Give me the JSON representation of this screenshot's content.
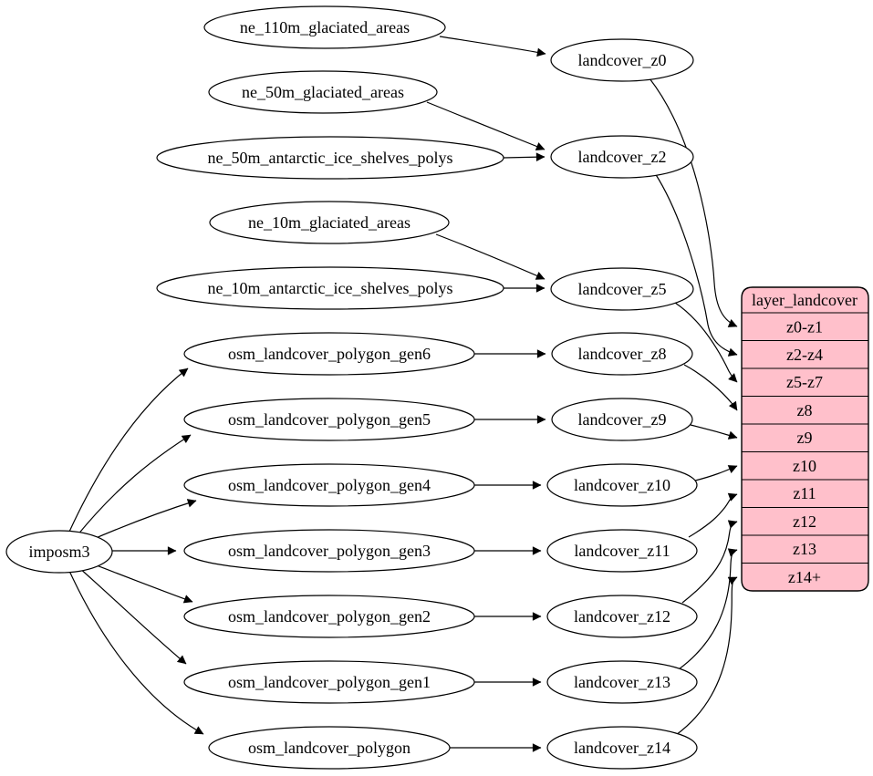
{
  "colors": {
    "record_fill": "#FFC0CB",
    "node_fill": "#FFFFFF",
    "stroke": "#000000",
    "background": "#FFFFFF"
  },
  "importer": {
    "label": "imposm3"
  },
  "sources": [
    "ne_110m_glaciated_areas",
    "ne_50m_glaciated_areas",
    "ne_50m_antarctic_ice_shelves_polys",
    "ne_10m_glaciated_areas",
    "ne_10m_antarctic_ice_shelves_polys",
    "osm_landcover_polygon_gen6",
    "osm_landcover_polygon_gen5",
    "osm_landcover_polygon_gen4",
    "osm_landcover_polygon_gen3",
    "osm_landcover_polygon_gen2",
    "osm_landcover_polygon_gen1",
    "osm_landcover_polygon"
  ],
  "views": [
    "landcover_z0",
    "landcover_z2",
    "landcover_z5",
    "landcover_z8",
    "landcover_z9",
    "landcover_z10",
    "landcover_z11",
    "landcover_z12",
    "landcover_z13",
    "landcover_z14"
  ],
  "layer_table": {
    "title": "layer_landcover",
    "rows": [
      "z0-z1",
      "z2-z4",
      "z5-z7",
      "z8",
      "z9",
      "z10",
      "z11",
      "z12",
      "z13",
      "z14+"
    ]
  },
  "edges": [
    {
      "from": "ne_110m_glaciated_areas",
      "to": "landcover_z0"
    },
    {
      "from": "ne_50m_glaciated_areas",
      "to": "landcover_z2"
    },
    {
      "from": "ne_50m_antarctic_ice_shelves_polys",
      "to": "landcover_z2"
    },
    {
      "from": "ne_10m_glaciated_areas",
      "to": "landcover_z5"
    },
    {
      "from": "ne_10m_antarctic_ice_shelves_polys",
      "to": "landcover_z5"
    },
    {
      "from": "osm_landcover_polygon_gen6",
      "to": "landcover_z8"
    },
    {
      "from": "osm_landcover_polygon_gen5",
      "to": "landcover_z9"
    },
    {
      "from": "osm_landcover_polygon_gen4",
      "to": "landcover_z10"
    },
    {
      "from": "osm_landcover_polygon_gen3",
      "to": "landcover_z11"
    },
    {
      "from": "osm_landcover_polygon_gen2",
      "to": "landcover_z12"
    },
    {
      "from": "osm_landcover_polygon_gen1",
      "to": "landcover_z13"
    },
    {
      "from": "osm_landcover_polygon",
      "to": "landcover_z14"
    },
    {
      "from": "imposm3",
      "to": "osm_landcover_polygon_gen6"
    },
    {
      "from": "imposm3",
      "to": "osm_landcover_polygon_gen5"
    },
    {
      "from": "imposm3",
      "to": "osm_landcover_polygon_gen4"
    },
    {
      "from": "imposm3",
      "to": "osm_landcover_polygon_gen3"
    },
    {
      "from": "imposm3",
      "to": "osm_landcover_polygon_gen2"
    },
    {
      "from": "imposm3",
      "to": "osm_landcover_polygon_gen1"
    },
    {
      "from": "imposm3",
      "to": "osm_landcover_polygon"
    },
    {
      "from": "landcover_z0",
      "to": "layer_landcover.z0-z1"
    },
    {
      "from": "landcover_z2",
      "to": "layer_landcover.z2-z4"
    },
    {
      "from": "landcover_z5",
      "to": "layer_landcover.z5-z7"
    },
    {
      "from": "landcover_z8",
      "to": "layer_landcover.z8"
    },
    {
      "from": "landcover_z9",
      "to": "layer_landcover.z9"
    },
    {
      "from": "landcover_z10",
      "to": "layer_landcover.z10"
    },
    {
      "from": "landcover_z11",
      "to": "layer_landcover.z11"
    },
    {
      "from": "landcover_z12",
      "to": "layer_landcover.z12"
    },
    {
      "from": "landcover_z13",
      "to": "layer_landcover.z13"
    },
    {
      "from": "landcover_z14",
      "to": "layer_landcover.z14+"
    }
  ]
}
